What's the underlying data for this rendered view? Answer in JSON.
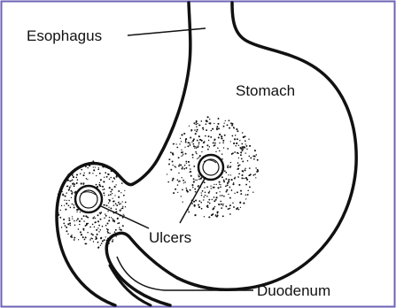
{
  "diagram": {
    "labels": {
      "esophagus": "Esophagus",
      "stomach": "Stomach",
      "ulcers": "Ulcers",
      "duodenum": "Duodenum"
    },
    "colors": {
      "ink": "#111111",
      "frame": "#6b63b5",
      "background": "#ffffff"
    }
  }
}
